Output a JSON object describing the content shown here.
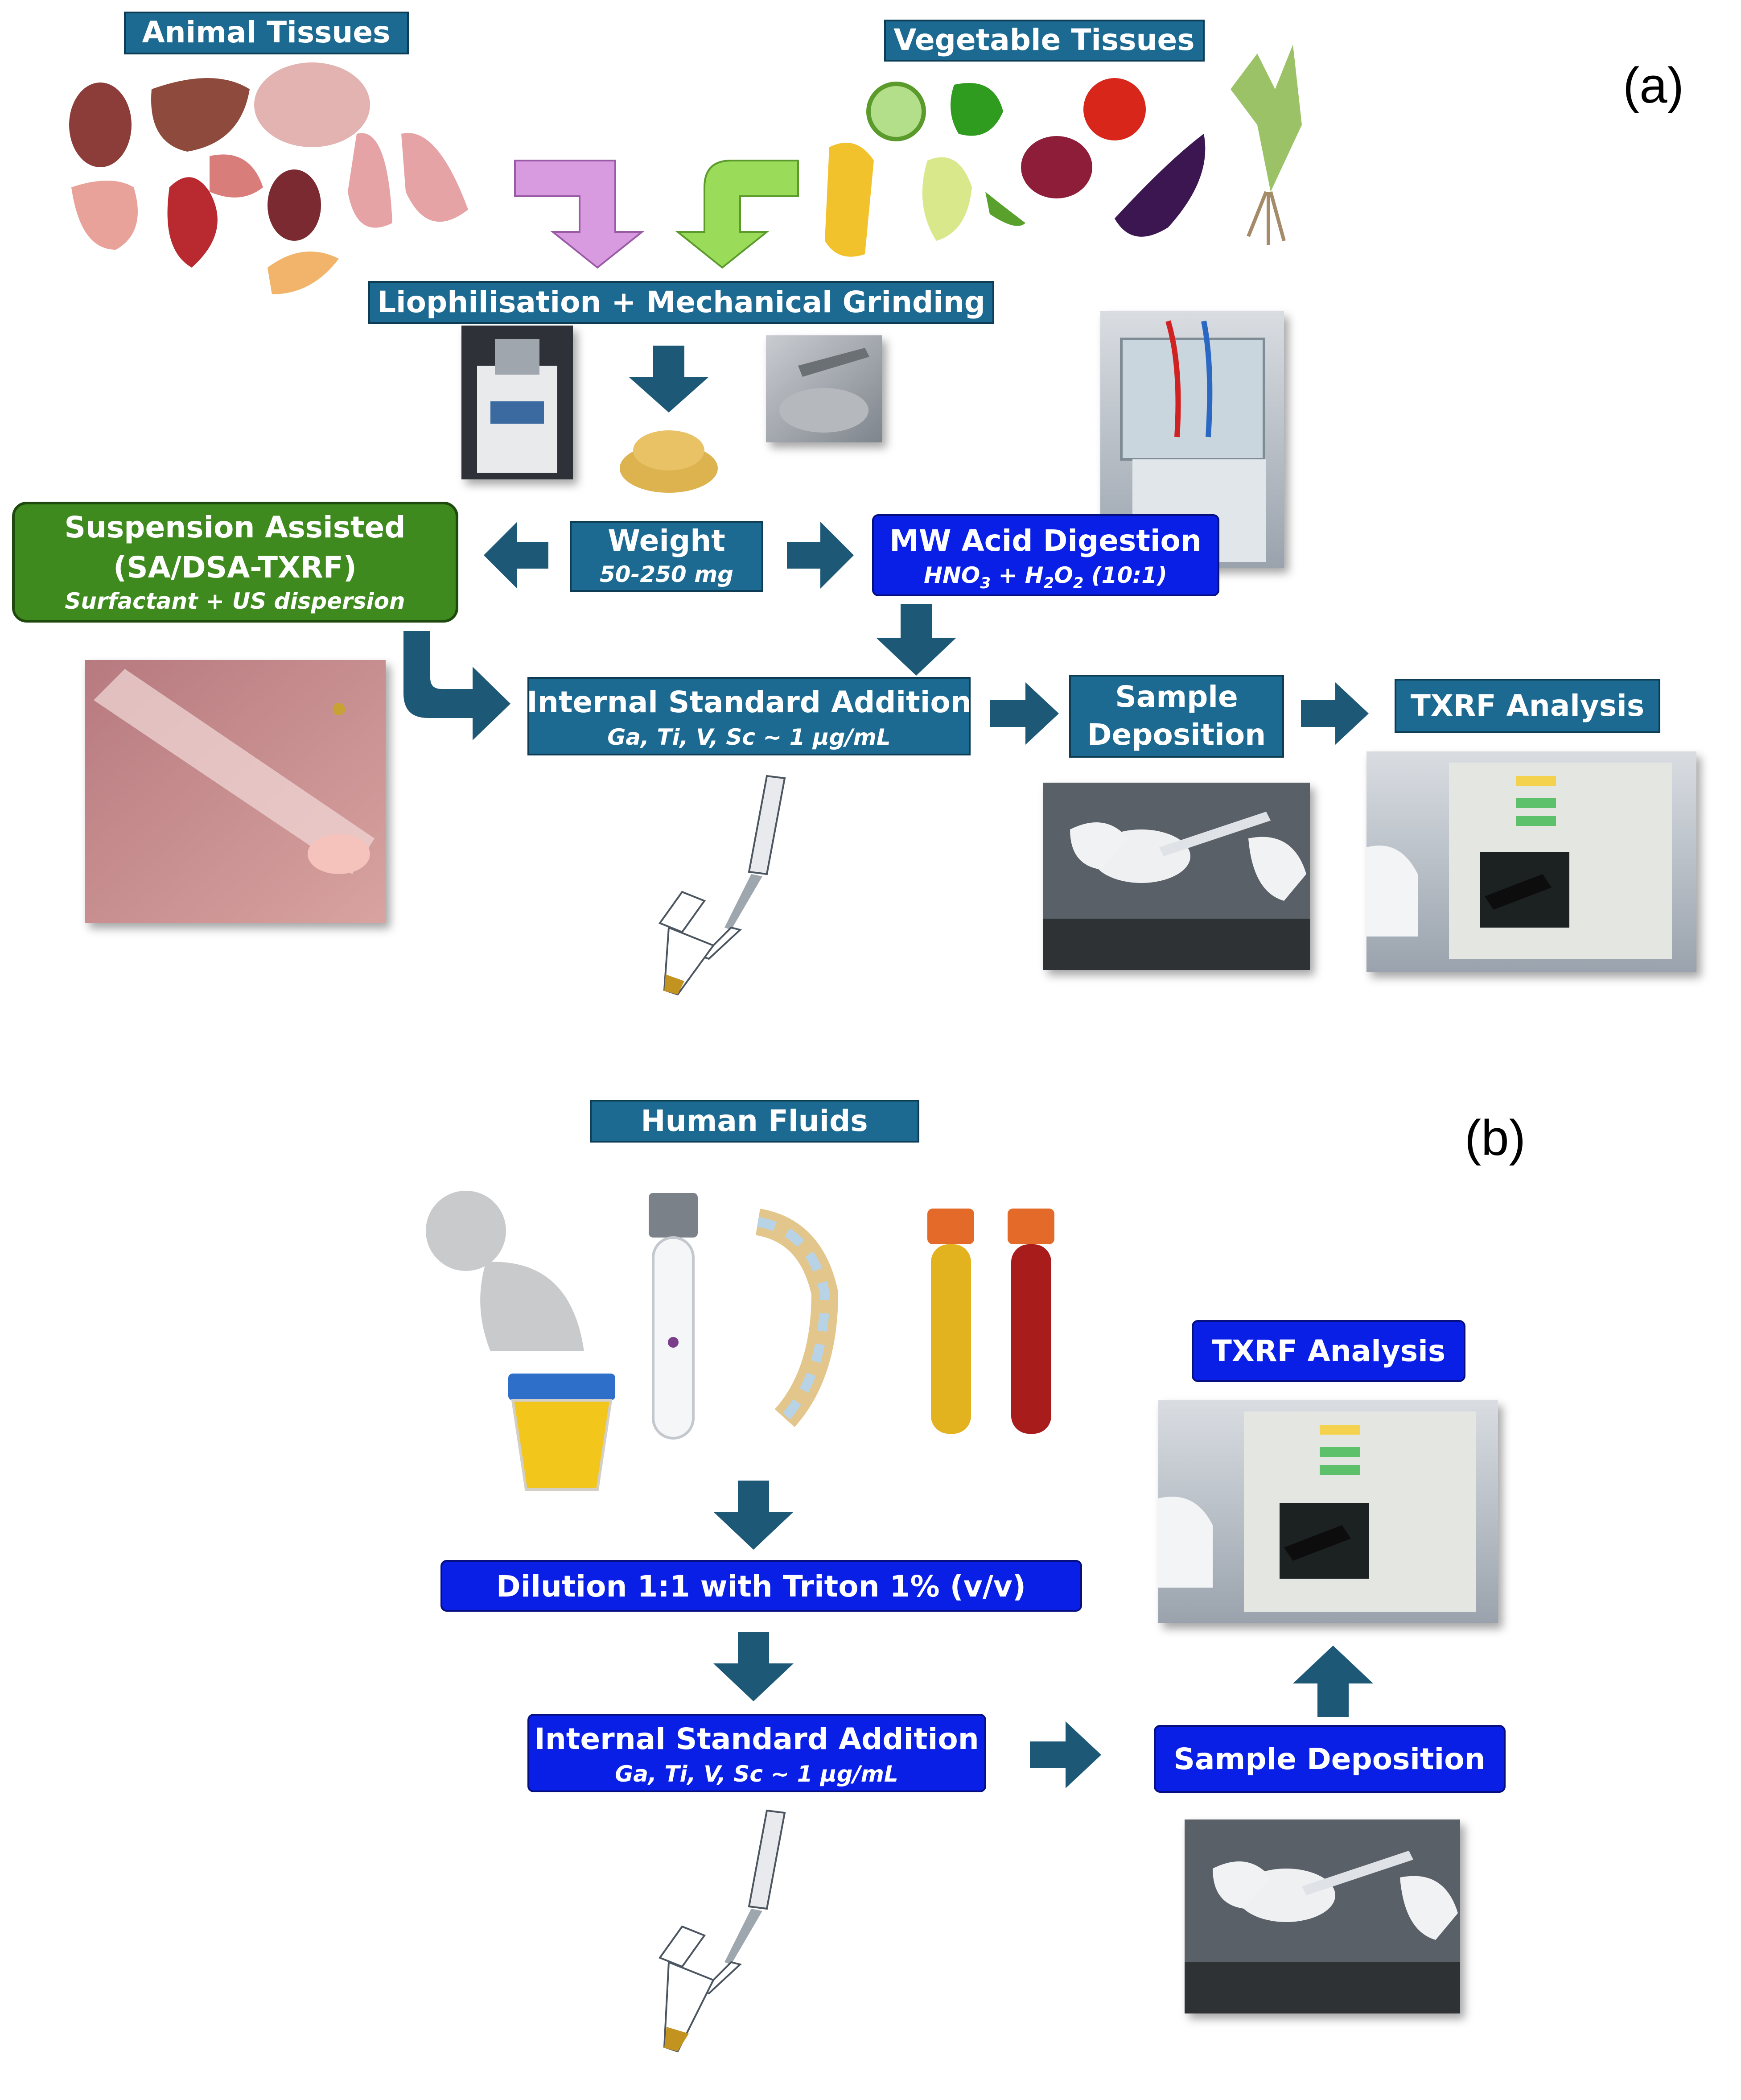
{
  "panel_a": {
    "label": "(a)",
    "animal_tissues": "Animal Tissues",
    "vegetable_tissues": "Vegetable Tissues",
    "lyophilisation": "Liophilisation + Mechanical Grinding",
    "suspension_line1": "Suspension Assisted",
    "suspension_line2": "(SA/DSA-TXRF)",
    "suspension_sub": "Surfactant + US dispersion",
    "weight_title": "Weight",
    "weight_sub": "50-250 mg",
    "mw_title": "MW Acid Digestion",
    "mw_sub_hno": "HNO",
    "mw_sub_3": "3",
    "mw_sub_plus": " + H",
    "mw_sub_2a": "2",
    "mw_sub_o": "O",
    "mw_sub_2b": "2",
    "mw_sub_ratio": " (10:1)",
    "internal_std_title": "Internal Standard Addition",
    "internal_std_sub": "Ga, Ti, V, Sc ~ 1 µg/mL",
    "sample_dep_line1": "Sample",
    "sample_dep_line2": "Deposition",
    "txrf": "TXRF Analysis"
  },
  "panel_b": {
    "label": "(b)",
    "human_fluids": "Human Fluids",
    "dilution": "Dilution 1:1 with Triton 1% (v/v)",
    "internal_std_title": "Internal Standard Addition",
    "internal_std_sub": "Ga, Ti, V, Sc ~ 1 µg/mL",
    "sample_dep": "Sample Deposition",
    "txrf": "TXRF Analysis"
  },
  "colors": {
    "teal_box": "#1c6a91",
    "blue_box": "#0a1fe6",
    "green_box": "#3f8a1e",
    "arrow": "#1d5877",
    "pink_arrow": "#d99be0",
    "green_arrow": "#9bdb5a"
  }
}
